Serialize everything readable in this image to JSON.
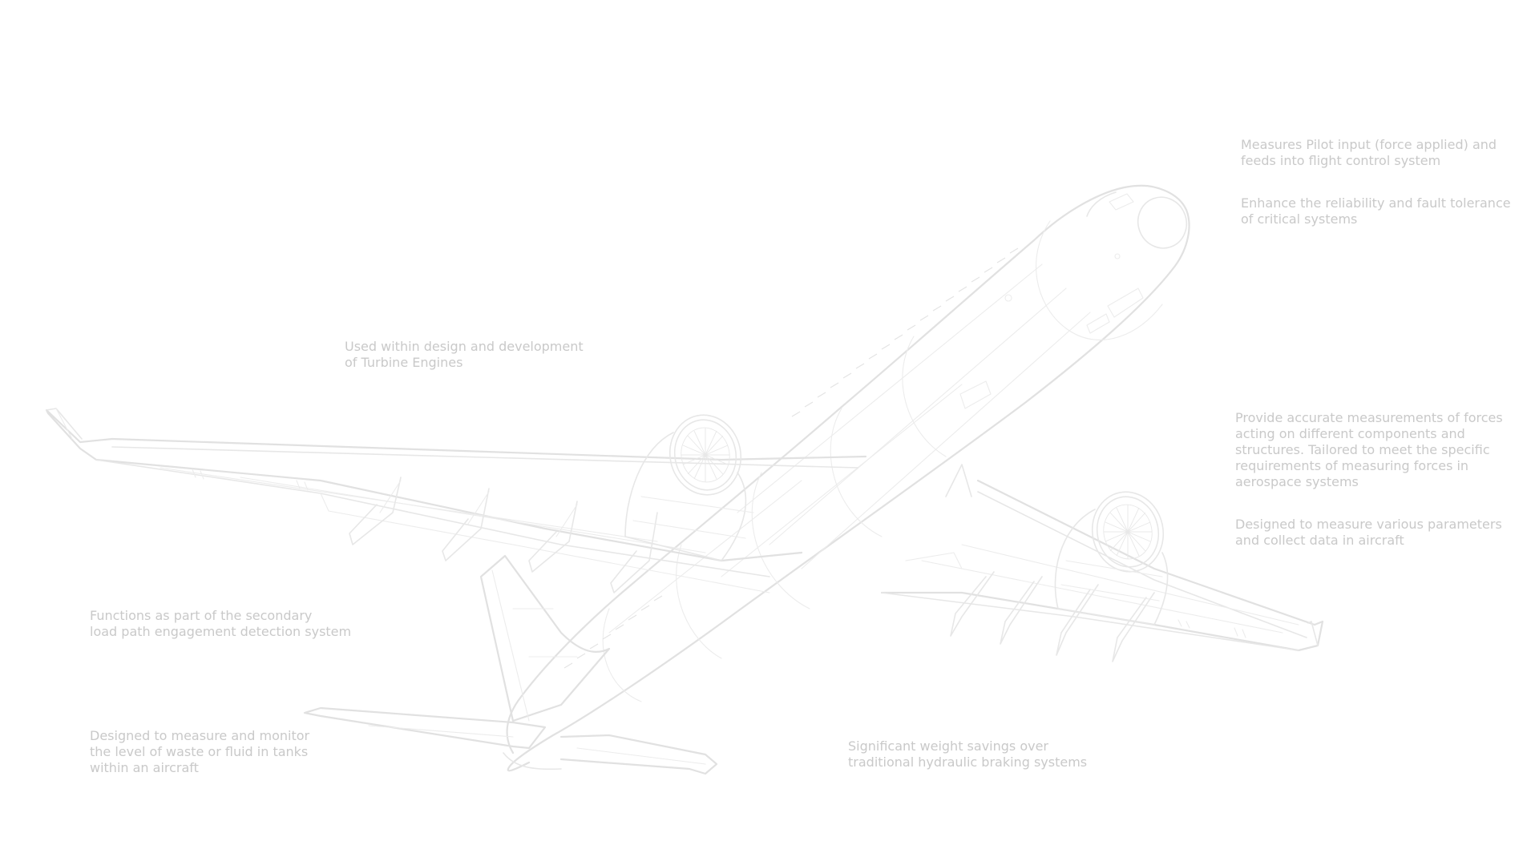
{
  "diagram": {
    "background_color": "#ffffff",
    "line_color": "#e7e7e7",
    "text_color": "#c9c9c9",
    "illustration": "aircraft-wireframe",
    "callouts": {
      "pilot_input": "Measures Pilot input (force applied) and\nfeeds into flight control system",
      "fault_tolerance": "Enhance the reliability and fault tolerance\nof critical systems",
      "turbine_engines": "Used within design and development\nof Turbine Engines",
      "force_measurement": "Provide accurate measurements of forces\nacting on different components and\nstructures. Tailored to meet the specific\nrequirements of measuring forces in\naerospace systems",
      "data_collection": "Designed to measure various parameters\nand collect data in aircraft",
      "load_path": "Functions as part of the secondary\nload path engagement detection system",
      "waste_fluid": "Designed to measure and monitor\nthe level of waste or fluid in tanks\nwithin an aircraft",
      "braking": "Significant weight savings over\ntraditional hydraulic braking systems"
    }
  }
}
